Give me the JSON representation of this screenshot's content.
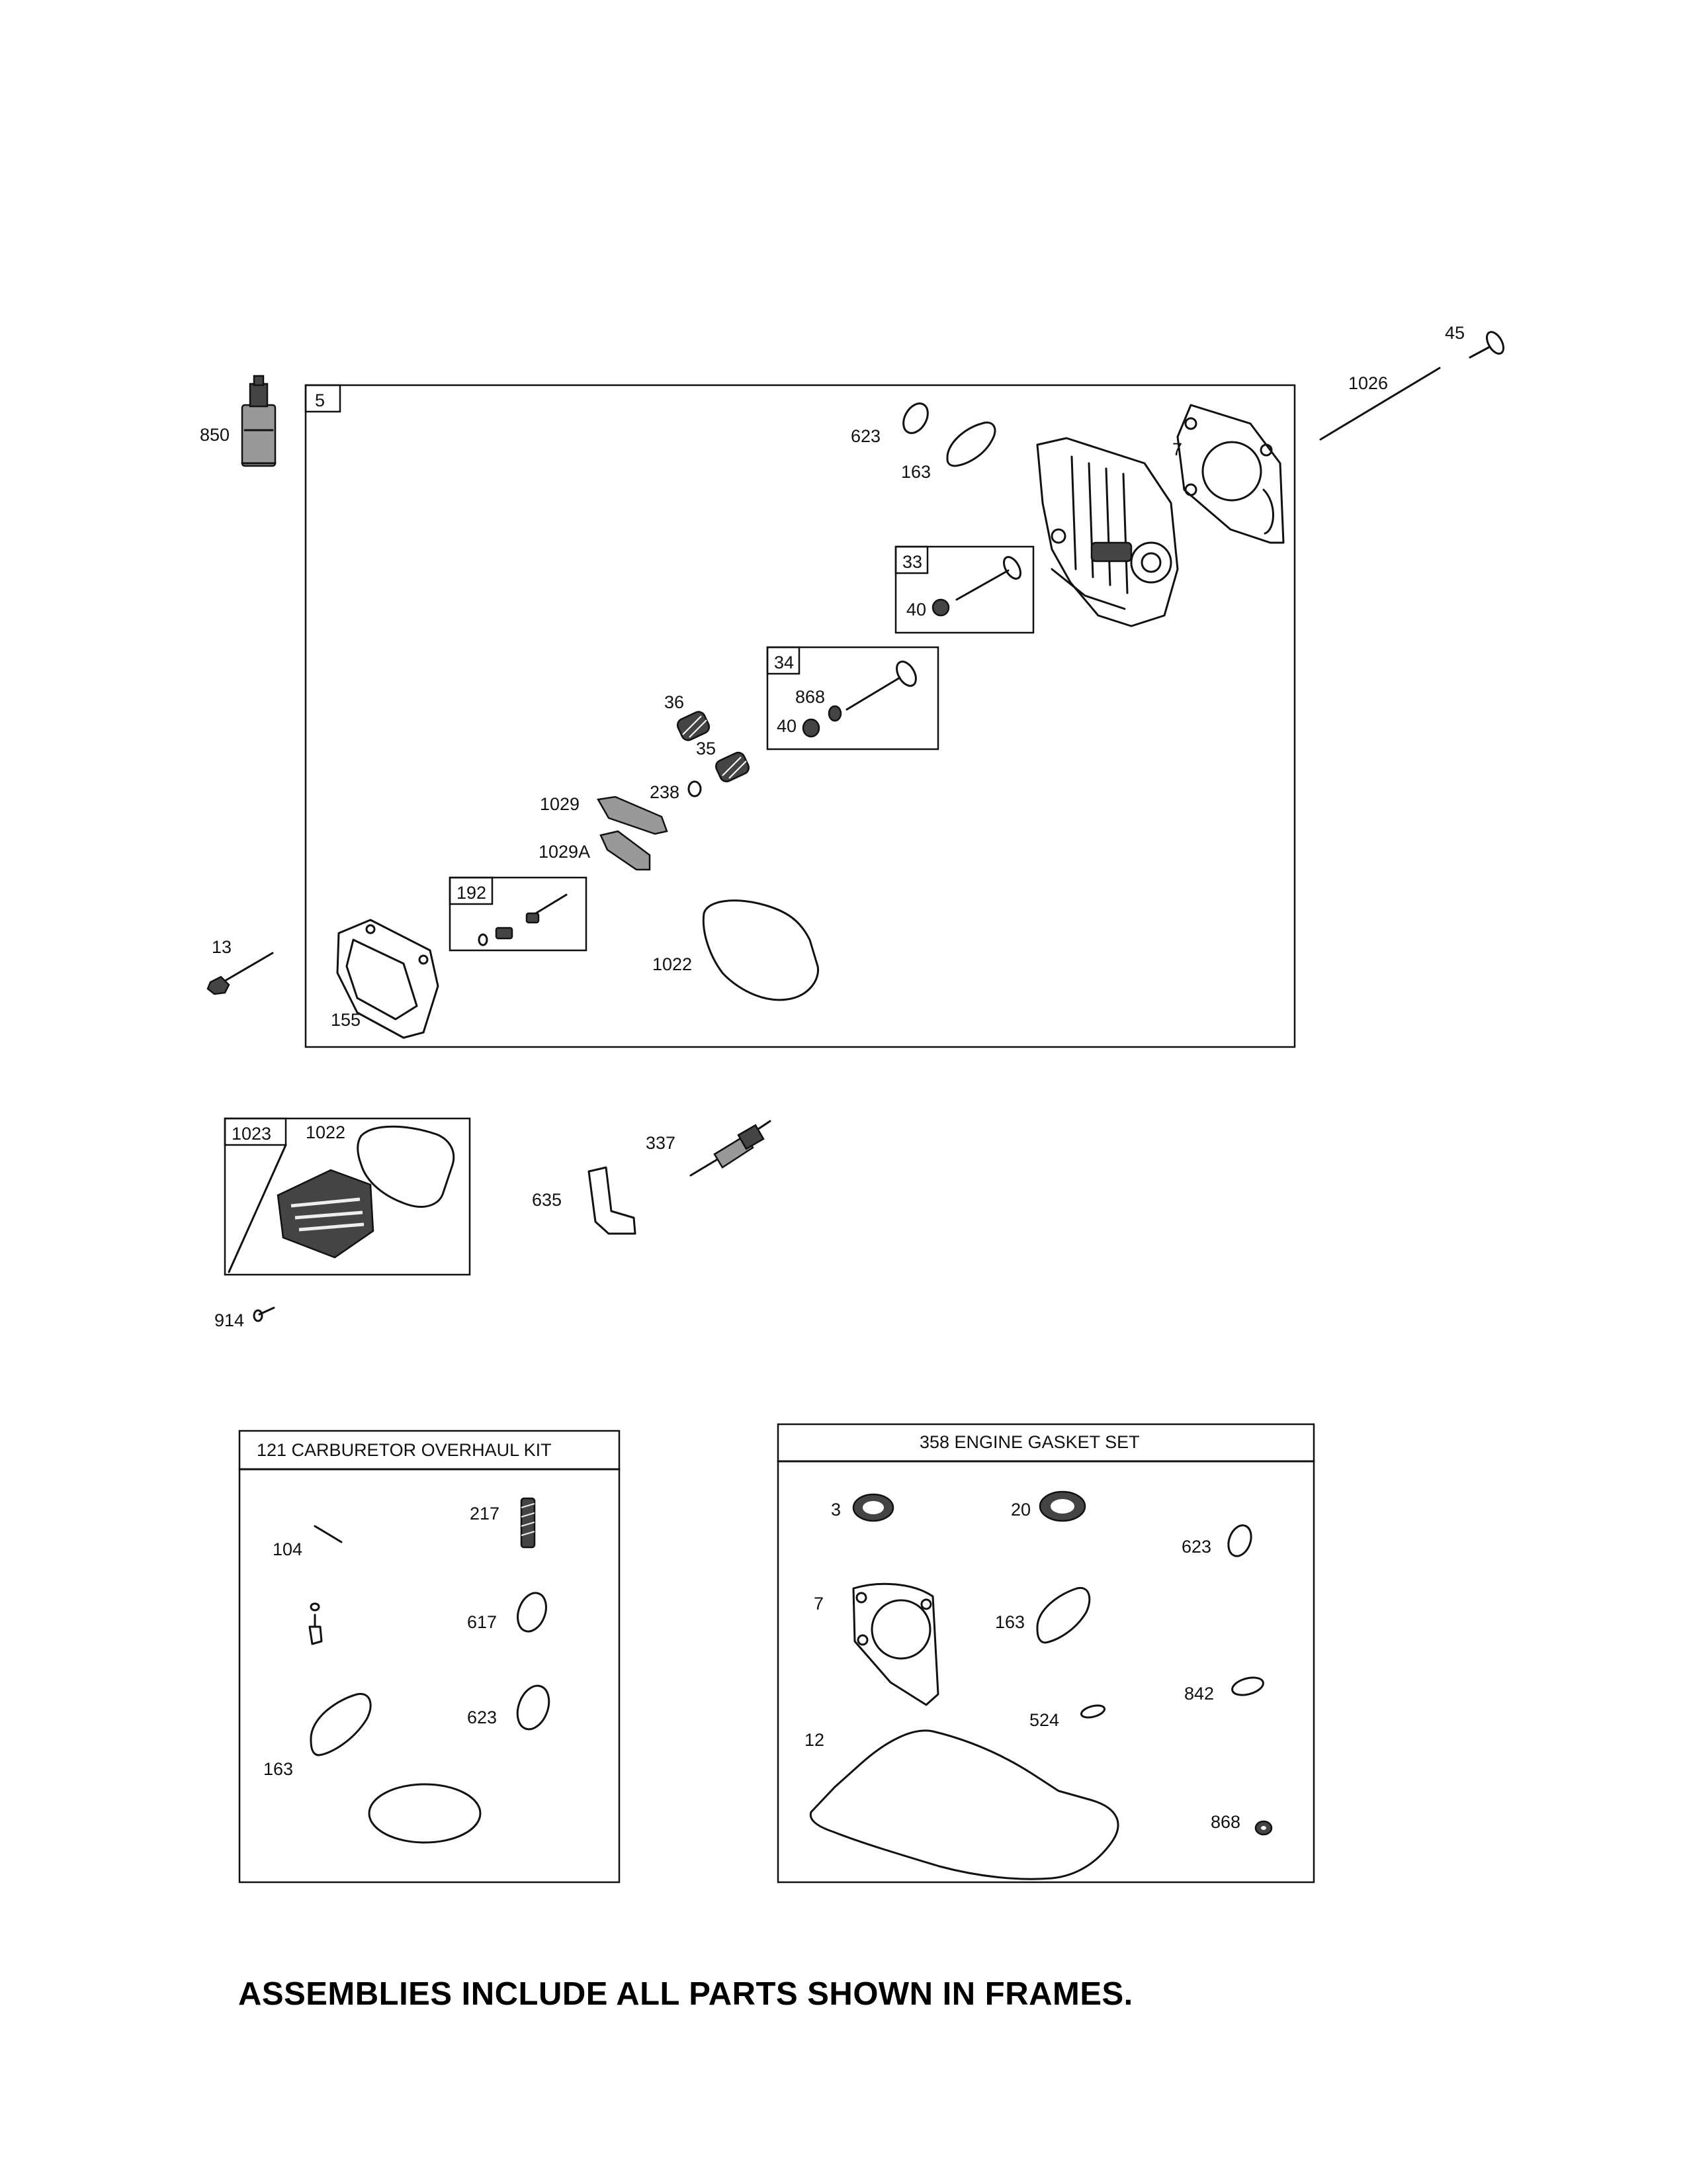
{
  "labels": {
    "l850": "850",
    "l5": "5",
    "l623a": "623",
    "l163a": "163",
    "l7a": "7",
    "l1026": "1026",
    "l45": "45",
    "l33": "33",
    "l40a": "40",
    "l34": "34",
    "l868a": "868",
    "l40b": "40",
    "l36": "36",
    "l35": "35",
    "l238": "238",
    "l1029": "1029",
    "l1029A": "1029A",
    "l192": "192",
    "l13": "13",
    "l1022a": "1022",
    "l155": "155",
    "l1023": "1023",
    "l1022b": "1022",
    "l337": "337",
    "l635": "635",
    "l914": "914",
    "l104": "104",
    "l217": "217",
    "l617": "617",
    "l623b": "623",
    "l163b": "163",
    "l3": "3",
    "l20": "20",
    "l623c": "623",
    "l7b": "7",
    "l163c": "163",
    "l842": "842",
    "l524": "524",
    "l12": "12",
    "l868b": "868"
  },
  "kits": {
    "carburetor_title": "121 CARBURETOR OVERHAUL KIT",
    "gasket_title": "358 ENGINE GASKET SET"
  },
  "footer": "ASSEMBLIES INCLUDE ALL PARTS SHOWN IN FRAMES."
}
